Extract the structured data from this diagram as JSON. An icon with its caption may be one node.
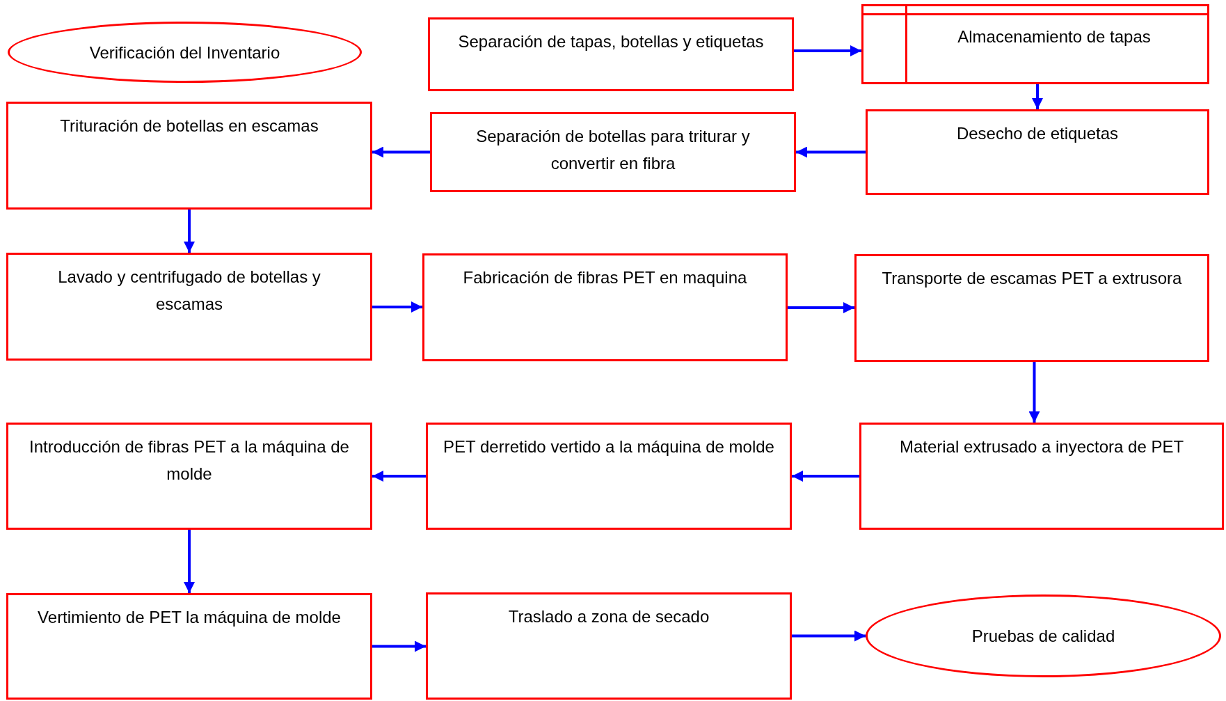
{
  "diagram": {
    "nodes": [
      {
        "text": [
          "Verificación del Inventario"
        ]
      },
      {
        "text": [
          "Separación de tapas, botellas y etiquetas"
        ]
      },
      {
        "text": [
          "Almacenamiento de tapas"
        ]
      },
      {
        "text": [
          "Desecho de etiquetas"
        ]
      },
      {
        "text": [
          "Separación de botellas para triturar y convertir en fibra"
        ]
      },
      {
        "text": [
          "Trituración de botellas en escamas"
        ]
      },
      {
        "text": [
          "Lavado y centrifugado de botellas y escamas"
        ]
      },
      {
        "text": [
          "Fabricación de fibras PET en maquina"
        ]
      },
      {
        "text": [
          "Transporte de escamas PET a extrusora"
        ]
      },
      {
        "text": [
          "Material extrusado a inyectora de PET"
        ]
      },
      {
        "text": [
          "PET derretido vertido a la máquina de molde"
        ]
      },
      {
        "text": [
          "Introducción de fibras PET a la máquina de molde"
        ]
      },
      {
        "text": [
          "Vertimiento de PET la máquina de molde"
        ]
      },
      {
        "text": [
          "Traslado a zona de secado"
        ]
      },
      {
        "text": [
          "Pruebas de calidad"
        ]
      }
    ],
    "edges": [
      {
        "from": 1,
        "to": 2,
        "arrow": "to"
      },
      {
        "from": 2,
        "to": 3,
        "arrow": "to"
      },
      {
        "from": 3,
        "to": 4,
        "arrow": "to"
      },
      {
        "from": 4,
        "to": 5,
        "arrow": "to"
      },
      {
        "from": 5,
        "to": 6,
        "arrow": "to"
      },
      {
        "from": 6,
        "to": 7,
        "arrow": "to"
      },
      {
        "from": 7,
        "to": 8,
        "arrow": "to"
      },
      {
        "from": 8,
        "to": 9,
        "arrow": "to"
      },
      {
        "from": 9,
        "to": 10,
        "arrow": "to"
      },
      {
        "from": 10,
        "to": 11,
        "arrow": "to"
      },
      {
        "from": 11,
        "to": 12,
        "arrow": "to"
      },
      {
        "from": 12,
        "to": 13,
        "arrow": "to"
      },
      {
        "from": 13,
        "to": 14,
        "arrow": "to"
      }
    ]
  }
}
